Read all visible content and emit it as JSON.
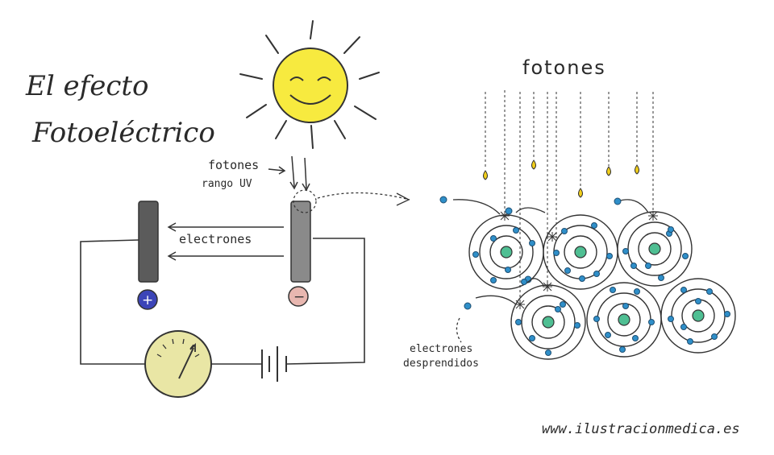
{
  "title_line1": "El efecto",
  "title_line2": "Fotoeléctrico",
  "labels": {
    "fotones": "fotones",
    "rango_uv": "rango UV",
    "electrones": "electrones",
    "fotones_right": "fotones",
    "electrones_desprendidos_1": "electrones",
    "electrones_desprendidos_2": "desprendidos",
    "plus": "+",
    "minus": "−"
  },
  "website": "www.ilustracionmedica.es",
  "colors": {
    "sun": "#f7ea3f",
    "electron": "#2f8fc9",
    "nucleus": "#4fbf93",
    "photon": "#f2cf1a",
    "meter": "#e9e6a5",
    "plate_dark": "#5b5b5b",
    "plate_light": "#8a8a8a",
    "positive_terminal": "#3c45b8",
    "negative_terminal": "#e8b7b0"
  }
}
